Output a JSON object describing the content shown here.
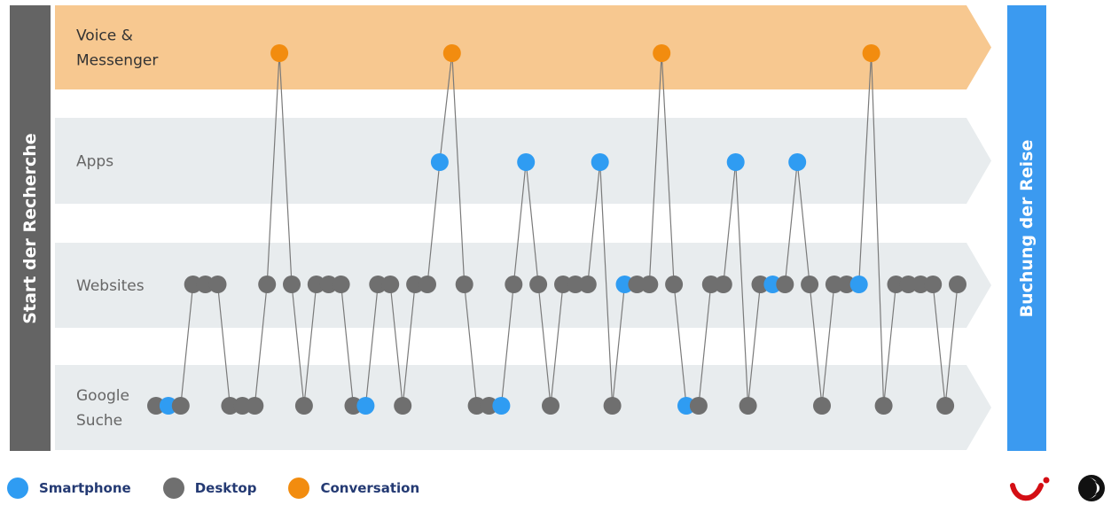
{
  "left_bar_label": "Start der Recherche",
  "right_bar_label": "Buchung der Reise",
  "lanes": [
    {
      "id": "voice",
      "label_lines": [
        "Voice &",
        "Messenger"
      ],
      "fill": "#f7c890",
      "text_color": "#333333"
    },
    {
      "id": "apps",
      "label_lines": [
        "Apps"
      ],
      "fill": "#e8ecee",
      "text_color": "#666666"
    },
    {
      "id": "websites",
      "label_lines": [
        "Websites"
      ],
      "fill": "#e8ecee",
      "text_color": "#666666"
    },
    {
      "id": "google",
      "label_lines": [
        "Google",
        "Suche"
      ],
      "fill": "#e8ecee",
      "text_color": "#666666"
    }
  ],
  "legend": [
    {
      "label": "Smartphone",
      "color": "#2f9cf2",
      "icon": "smartphone-dot"
    },
    {
      "label": "Desktop",
      "color": "#6f6f6f",
      "icon": "desktop-dot"
    },
    {
      "label": "Conversation",
      "color": "#f28c0f",
      "icon": "conversation-dot"
    }
  ],
  "colors": {
    "smartphone": "#2f9cf2",
    "desktop": "#6f6f6f",
    "conversation": "#f28c0f",
    "connector": "#7a7a7a",
    "tui_red": "#d40e14"
  },
  "journey": [
    [
      "google",
      "desktop"
    ],
    [
      "google",
      "smartphone"
    ],
    [
      "google",
      "desktop"
    ],
    [
      "websites",
      "desktop"
    ],
    [
      "websites",
      "desktop"
    ],
    [
      "websites",
      "desktop"
    ],
    [
      "google",
      "desktop"
    ],
    [
      "google",
      "desktop"
    ],
    [
      "google",
      "desktop"
    ],
    [
      "websites",
      "desktop"
    ],
    [
      "voice",
      "conversation"
    ],
    [
      "websites",
      "desktop"
    ],
    [
      "google",
      "desktop"
    ],
    [
      "websites",
      "desktop"
    ],
    [
      "websites",
      "desktop"
    ],
    [
      "websites",
      "desktop"
    ],
    [
      "google",
      "desktop"
    ],
    [
      "google",
      "smartphone"
    ],
    [
      "websites",
      "desktop"
    ],
    [
      "websites",
      "desktop"
    ],
    [
      "google",
      "desktop"
    ],
    [
      "websites",
      "desktop"
    ],
    [
      "websites",
      "desktop"
    ],
    [
      "apps",
      "smartphone"
    ],
    [
      "voice",
      "conversation"
    ],
    [
      "websites",
      "desktop"
    ],
    [
      "google",
      "desktop"
    ],
    [
      "google",
      "desktop"
    ],
    [
      "google",
      "smartphone"
    ],
    [
      "websites",
      "desktop"
    ],
    [
      "apps",
      "smartphone"
    ],
    [
      "websites",
      "desktop"
    ],
    [
      "google",
      "desktop"
    ],
    [
      "websites",
      "desktop"
    ],
    [
      "websites",
      "desktop"
    ],
    [
      "websites",
      "desktop"
    ],
    [
      "apps",
      "smartphone"
    ],
    [
      "google",
      "desktop"
    ],
    [
      "websites",
      "smartphone"
    ],
    [
      "websites",
      "desktop"
    ],
    [
      "websites",
      "desktop"
    ],
    [
      "voice",
      "conversation"
    ],
    [
      "websites",
      "desktop"
    ],
    [
      "google",
      "smartphone"
    ],
    [
      "google",
      "desktop"
    ],
    [
      "websites",
      "desktop"
    ],
    [
      "websites",
      "desktop"
    ],
    [
      "apps",
      "smartphone"
    ],
    [
      "google",
      "desktop"
    ],
    [
      "websites",
      "desktop"
    ],
    [
      "websites",
      "smartphone"
    ],
    [
      "websites",
      "desktop"
    ],
    [
      "apps",
      "smartphone"
    ],
    [
      "websites",
      "desktop"
    ],
    [
      "google",
      "desktop"
    ],
    [
      "websites",
      "desktop"
    ],
    [
      "websites",
      "desktop"
    ],
    [
      "websites",
      "smartphone"
    ],
    [
      "voice",
      "conversation"
    ],
    [
      "google",
      "desktop"
    ],
    [
      "websites",
      "desktop"
    ],
    [
      "websites",
      "desktop"
    ],
    [
      "websites",
      "desktop"
    ],
    [
      "websites",
      "desktop"
    ],
    [
      "google",
      "desktop"
    ],
    [
      "websites",
      "desktop"
    ]
  ]
}
